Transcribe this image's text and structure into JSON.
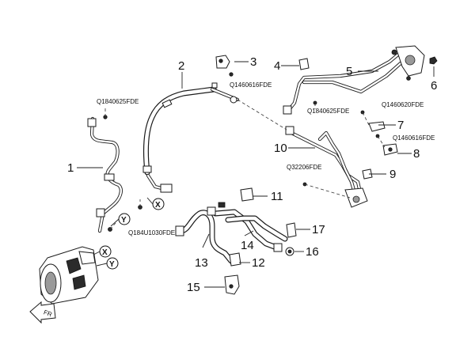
{
  "callouts": {
    "n1": "1",
    "n2": "2",
    "n3": "3",
    "n4": "4",
    "n5": "5",
    "n6": "6",
    "n7": "7",
    "n8": "8",
    "n9": "9",
    "n10": "10",
    "n11": "11",
    "n12": "12",
    "n13": "13",
    "n14": "14",
    "n15": "15",
    "n16": "16",
    "n17": "17"
  },
  "part_codes": {
    "c_q1840625_left": "Q1840625FDE",
    "c_q1460616_top": "Q1460616FDE",
    "c_q1840625_mid": "Q1840625FDE",
    "c_q1460620": "Q1460620FDE",
    "c_q1460616_right": "Q1460616FDE",
    "c_q32206": "Q32206FDE",
    "c_q184u1030": "Q184U1030FDE"
  },
  "markers": {
    "x_upper": "X",
    "y_upper": "Y",
    "x_comp": "X",
    "y_comp": "Y"
  },
  "orientation_arrow": "FR"
}
